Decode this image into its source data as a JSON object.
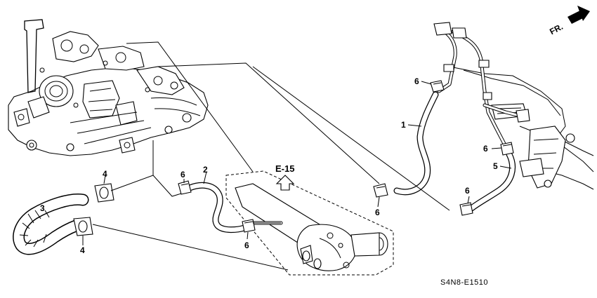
{
  "labels": {
    "callout_1": "1",
    "callout_2": "2",
    "callout_3": "3",
    "callout_4a": "4",
    "callout_4b": "4",
    "callout_5": "5",
    "callout_6a": "6",
    "callout_6b": "6",
    "callout_6c": "6",
    "callout_6d": "6",
    "callout_6e": "6",
    "callout_6f": "6"
  },
  "reference": "E-15",
  "direction": "FR.",
  "diagram_code": "S4N8-E1510"
}
